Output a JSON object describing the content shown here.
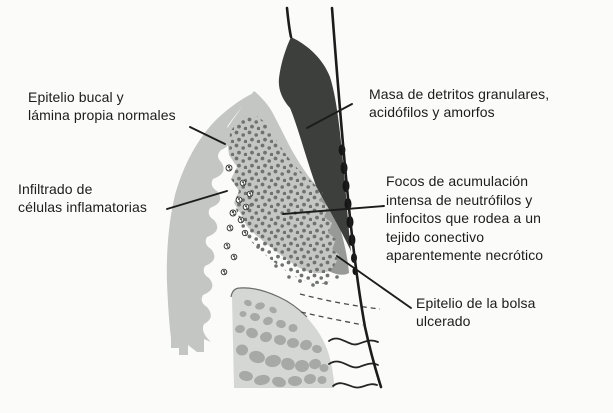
{
  "palette": {
    "background": "#fbfbf9",
    "tissue_light_gray": "#c4c6c3",
    "pocket_medium_gray": "#979a97",
    "debris_dark_gray": "#3d3f3d",
    "debris_black_edge": "#151515",
    "bone_fill": "#d5d7d4",
    "trabecula_gray": "#a6a9a6",
    "stipple_dot_gray": "#6f726f",
    "ink": "#1c1c1c"
  },
  "figure": {
    "type": "anatomical-diagram",
    "labels": [
      {
        "id": "epitelio-bucal-normal",
        "lines": [
          "Epitelio bucal y",
          "lámina propia normales"
        ]
      },
      {
        "id": "infiltrado-inflamatorio",
        "lines": [
          "Infiltrado de",
          "células inflamatorias"
        ]
      },
      {
        "id": "masa-detritos",
        "lines": [
          "Masa de detritos granulares,",
          "acidófilos y amorfos"
        ]
      },
      {
        "id": "focos-neutrofilos",
        "lines": [
          "Focos de acumulación",
          "intensa de neutrófilos y",
          "linfocitos que rodea a un",
          "tejido conectivo",
          "aparentemente necrótico"
        ]
      },
      {
        "id": "epitelio-bolsa",
        "lines": [
          "Epitelio de la bolsa",
          "ulcerado"
        ]
      }
    ]
  }
}
